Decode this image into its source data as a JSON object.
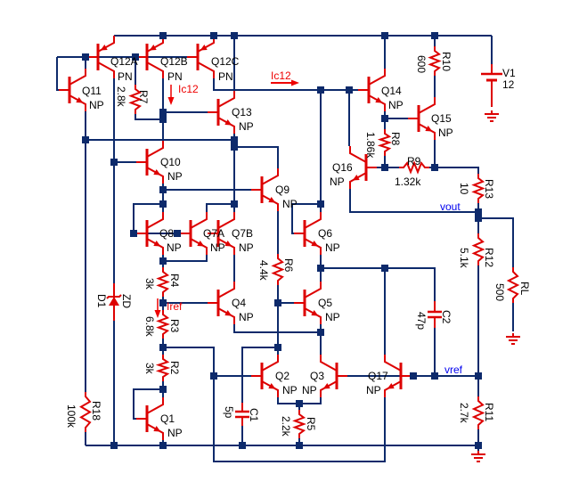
{
  "colors": {
    "wire": "#0d2a6b",
    "component": "#dd0000",
    "net_label": "#0000ee",
    "current_label": "#ee0000",
    "junction": "#0d2a6b"
  },
  "transistors": {
    "Q12A": {
      "name": "Q12A",
      "type": "PN"
    },
    "Q12B": {
      "name": "Q12B",
      "type": "PN"
    },
    "Q12C": {
      "name": "Q12C",
      "type": "PN"
    },
    "Q11": {
      "name": "Q11",
      "type": "NP"
    },
    "Q13": {
      "name": "Q13",
      "type": "NP"
    },
    "Q10": {
      "name": "Q10",
      "type": "NP"
    },
    "Q9": {
      "name": "Q9",
      "type": "NP"
    },
    "Q8": {
      "name": "Q8",
      "type": "NP"
    },
    "Q7A": {
      "name": "Q7A",
      "type": "NP"
    },
    "Q7B": {
      "name": "Q7B",
      "type": "NP"
    },
    "Q6": {
      "name": "Q6",
      "type": "NP"
    },
    "Q4": {
      "name": "Q4",
      "type": "NP"
    },
    "Q5": {
      "name": "Q5",
      "type": "NP"
    },
    "Q2": {
      "name": "Q2",
      "type": "NP"
    },
    "Q3": {
      "name": "Q3",
      "type": "NP"
    },
    "Q17": {
      "name": "Q17",
      "type": "NP"
    },
    "Q1": {
      "name": "Q1",
      "type": "NP"
    },
    "Q14": {
      "name": "Q14",
      "type": "NP"
    },
    "Q15": {
      "name": "Q15",
      "type": "NP"
    },
    "Q16": {
      "name": "Q16",
      "type": "NP"
    }
  },
  "resistors": {
    "R7": {
      "name": "R7",
      "value": "2.8k"
    },
    "R10": {
      "name": "R10",
      "value": "600"
    },
    "R8": {
      "name": "R8",
      "value": "1.86k"
    },
    "R9": {
      "name": "R9",
      "value": "1.32k"
    },
    "R13": {
      "name": "R13",
      "value": "10"
    },
    "R12": {
      "name": "R12",
      "value": "5.1k"
    },
    "R11": {
      "name": "R11",
      "value": "2.7k"
    },
    "RL": {
      "name": "RL",
      "value": "500"
    },
    "R18": {
      "name": "R18",
      "value": "100k"
    },
    "R4": {
      "name": "R4",
      "value": "3k"
    },
    "R3": {
      "name": "R3",
      "value": "6.8k"
    },
    "R2": {
      "name": "R2",
      "value": "3k"
    },
    "R6": {
      "name": "R6",
      "value": "4.4k"
    },
    "R5": {
      "name": "R5",
      "value": "2.2k"
    }
  },
  "capacitors": {
    "C1": {
      "name": "C1",
      "value": "5p"
    },
    "C2": {
      "name": "C2",
      "value": "47p"
    }
  },
  "diode": {
    "name": "D1",
    "type": "ZD"
  },
  "source": {
    "name": "V1",
    "value": "12"
  },
  "nets": {
    "vout": "vout",
    "vref": "vref"
  },
  "currents": {
    "ic12_horizontal": "Ic12",
    "ic12_vertical": "Ic12",
    "iref": "Iref"
  }
}
